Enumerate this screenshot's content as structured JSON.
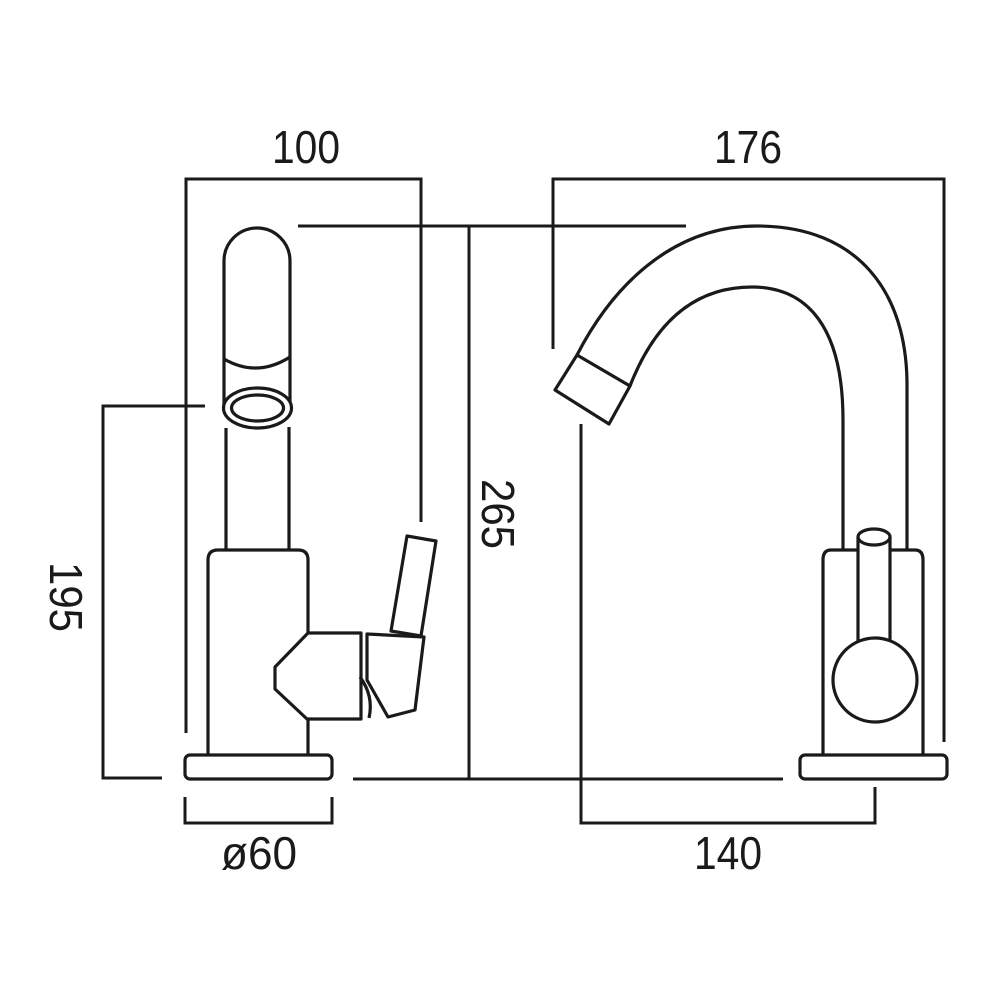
{
  "drawing": {
    "background_color": "#ffffff",
    "line_color": "#1a1a1a",
    "views": {
      "side_view": {
        "name": "basin-mixer-side-view",
        "dimensions": {
          "width": {
            "label": "100",
            "orientation": "horizontal",
            "position": "top"
          },
          "height": {
            "label": "195",
            "orientation": "vertical",
            "position": "left"
          },
          "base_diameter": {
            "label": "ø60",
            "orientation": "horizontal",
            "position": "bottom"
          }
        }
      },
      "front_view": {
        "name": "basin-mixer-front-view",
        "dimensions": {
          "width": {
            "label": "176",
            "orientation": "horizontal",
            "position": "top"
          },
          "height": {
            "label": "265",
            "orientation": "vertical",
            "position": "middle"
          },
          "spout_reach": {
            "label": "140",
            "orientation": "horizontal",
            "position": "bottom"
          }
        }
      }
    }
  }
}
